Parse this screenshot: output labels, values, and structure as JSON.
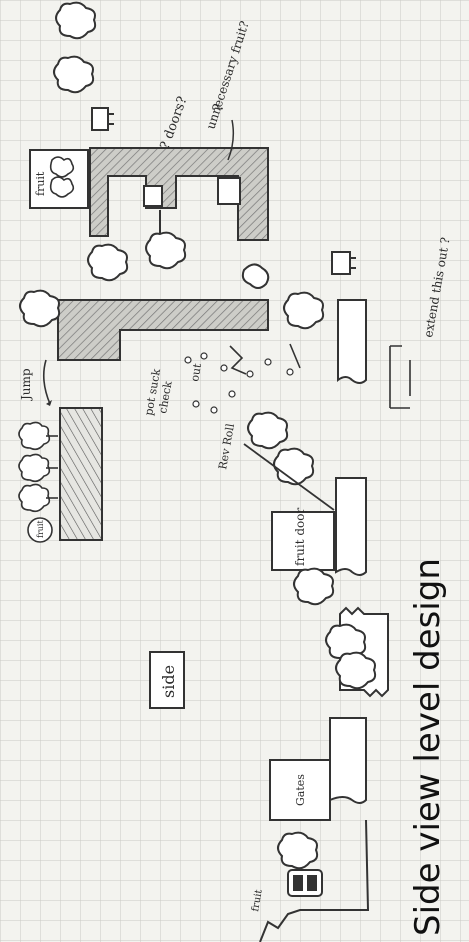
{
  "title": "Side view level design",
  "annotations": {
    "fruit_top": "fruit",
    "doors": "? doors?",
    "unnecessary_fruit": "unnecessary fruit?",
    "question_a": "?",
    "extend_this_out": "extend this out ?",
    "jump": "Jump",
    "fruit_small": "fruit",
    "pot_suck": "pot suck",
    "check": "check",
    "out": "out",
    "roll": "Rev Roll",
    "fruit_door": "fruit door",
    "side": "side",
    "gates": "Gates",
    "fruit_low": "fruit"
  }
}
